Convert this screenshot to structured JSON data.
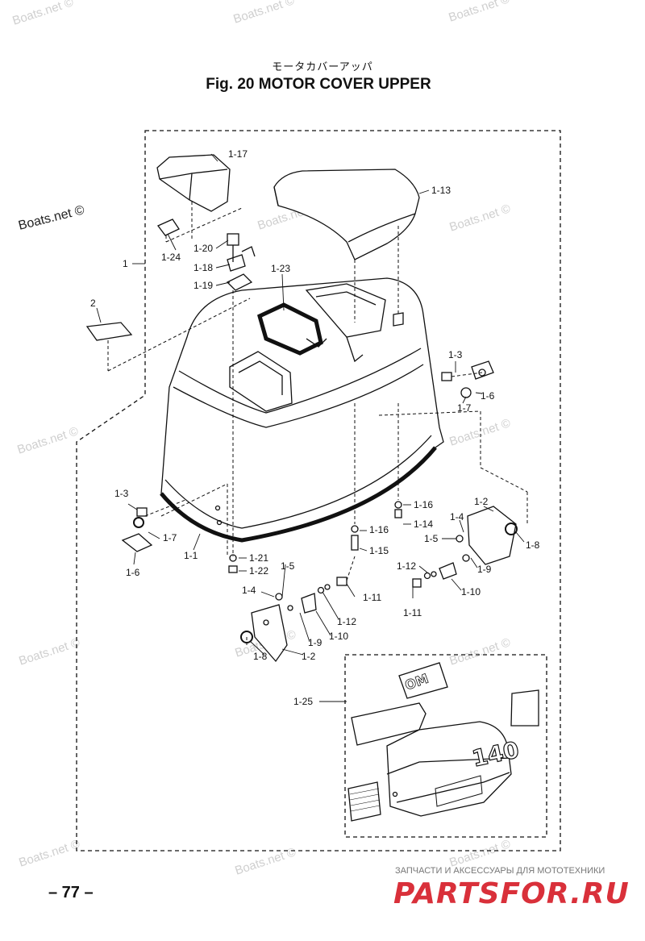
{
  "header": {
    "japanese_title": "モータカバーアッパ",
    "figure_title": "Fig. 20   MOTOR COVER UPPER"
  },
  "watermark": "Boats.net ©",
  "callouts": {
    "c1": "1",
    "c2": "2",
    "c1_1": "1-1",
    "c1_2a": "1-2",
    "c1_2b": "1-2",
    "c1_3a": "1-3",
    "c1_3b": "1-3",
    "c1_4a": "1-4",
    "c1_4b": "1-4",
    "c1_5a": "1-5",
    "c1_5b": "1-5",
    "c1_6a": "1-6",
    "c1_6b": "1-6",
    "c1_7a": "1-7",
    "c1_7b": "1-7",
    "c1_8a": "1-8",
    "c1_8b": "1-8",
    "c1_9a": "1-9",
    "c1_9b": "1-9",
    "c1_10a": "1-10",
    "c1_10b": "1-10",
    "c1_11a": "1-11",
    "c1_11b": "1-11",
    "c1_12a": "1-12",
    "c1_12b": "1-12",
    "c1_13": "1-13",
    "c1_14": "1-14",
    "c1_15": "1-15",
    "c1_16a": "1-16",
    "c1_16b": "1-16",
    "c1_17": "1-17",
    "c1_18": "1-18",
    "c1_19": "1-19",
    "c1_20": "1-20",
    "c1_21": "1-21",
    "c1_22": "1-22",
    "c1_23": "1-23",
    "c1_24": "1-24",
    "c1_25": "1-25"
  },
  "decal": {
    "model_number": "140",
    "brand_mark": "OM"
  },
  "footer": {
    "page_number": "– 77 –",
    "store_tagline": "ЗАПЧАСТИ И АКСЕССУАРЫ ДЛЯ МОТОТЕХНИКИ",
    "store_logo": "PARTSFOR.RU"
  }
}
